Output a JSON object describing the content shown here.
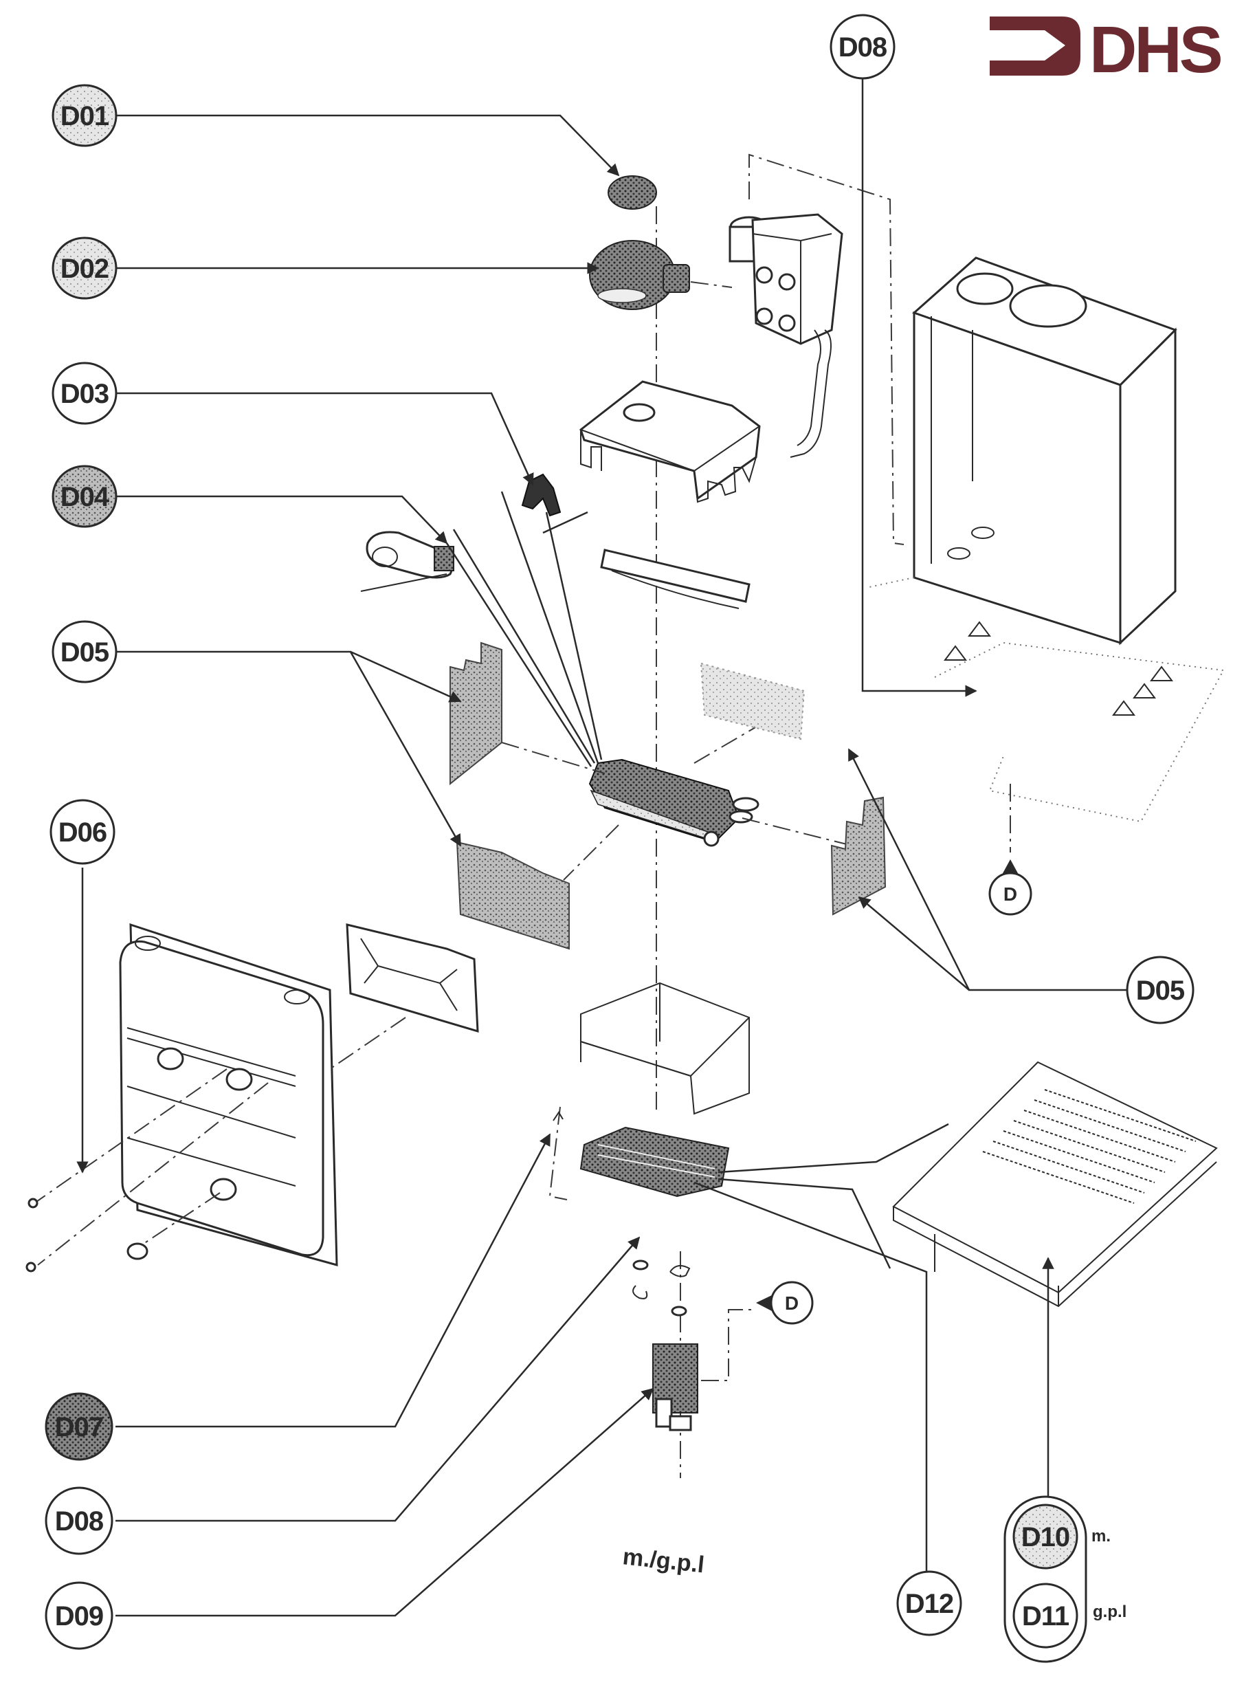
{
  "brand": {
    "logo_text": "DHS",
    "logo_color": "#6b2a2f",
    "logo_icon": "arrow-right-icon"
  },
  "diagram": {
    "title_note": "m./g.p.l",
    "callouts": [
      {
        "id": "D01",
        "label": "D01",
        "style": "shaded",
        "side": "left",
        "part": "flue-cap"
      },
      {
        "id": "D02",
        "label": "D02",
        "style": "shaded",
        "side": "left",
        "part": "fan"
      },
      {
        "id": "D03",
        "label": "D03",
        "style": "plain",
        "side": "left",
        "part": "clip"
      },
      {
        "id": "D04",
        "label": "D04",
        "style": "shaded",
        "side": "left",
        "part": "sensor"
      },
      {
        "id": "D05a",
        "label": "D05",
        "style": "plain",
        "side": "left",
        "part": "insulation-panels"
      },
      {
        "id": "D06",
        "label": "D06",
        "style": "plain",
        "side": "left",
        "part": "front-cover"
      },
      {
        "id": "D07",
        "label": "D07",
        "style": "dark-shaded",
        "side": "left",
        "part": "electrode"
      },
      {
        "id": "D08a",
        "label": "D08",
        "style": "plain",
        "side": "left",
        "part": "injector"
      },
      {
        "id": "D09",
        "label": "D09",
        "style": "plain",
        "side": "left",
        "part": "gas-valve"
      },
      {
        "id": "D08b",
        "label": "D08",
        "style": "plain",
        "side": "top",
        "part": "casing"
      },
      {
        "id": "D05b",
        "label": "D05",
        "style": "plain",
        "side": "right",
        "part": "insulation-panels"
      },
      {
        "id": "D12",
        "label": "D12",
        "style": "plain",
        "side": "bottom",
        "part": "burner"
      },
      {
        "id": "D10",
        "label": "D10",
        "style": "shaded",
        "side": "bottom",
        "part": "burner-methane",
        "suffix": "m."
      },
      {
        "id": "D11",
        "label": "D11",
        "style": "plain",
        "side": "bottom",
        "part": "burner-lpg",
        "suffix": "g.p.l"
      }
    ],
    "references": [
      {
        "label": "D",
        "pointer": "up"
      },
      {
        "label": "D",
        "pointer": "left"
      }
    ]
  }
}
